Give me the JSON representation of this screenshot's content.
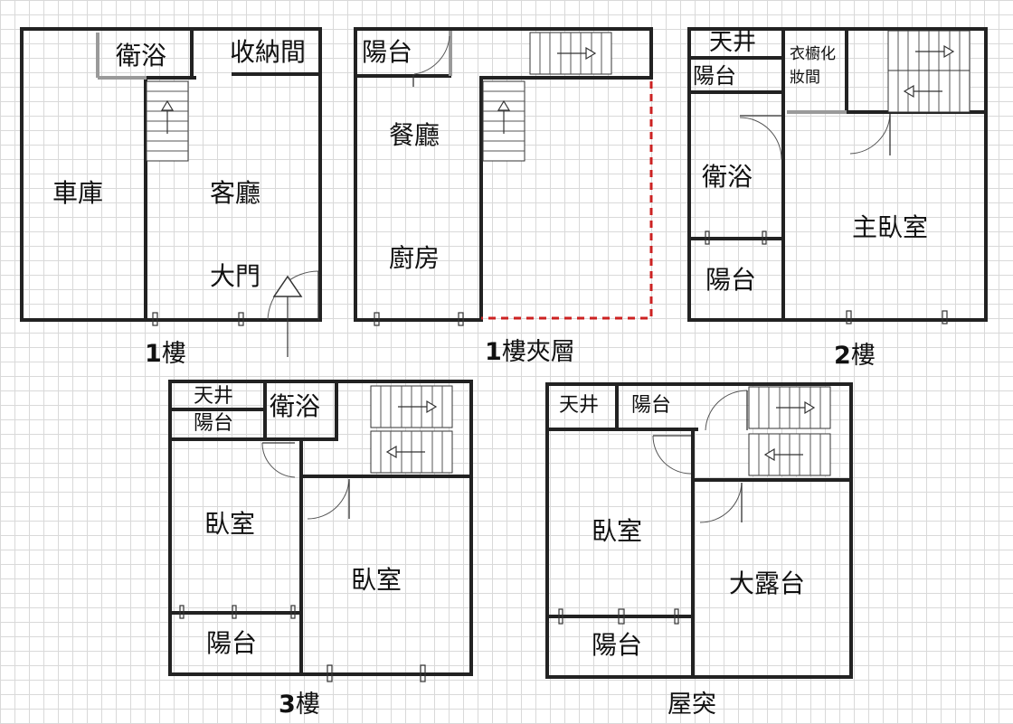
{
  "floors": {
    "f1": {
      "label_num": "1",
      "label_text": "樓",
      "rooms": {
        "bath": "衛浴",
        "storage": "收納間",
        "garage": "車庫",
        "living": "客廳",
        "entrance": "大門"
      }
    },
    "f1m": {
      "label_num": "1",
      "label_text": "樓夾層",
      "rooms": {
        "balcony": "陽台",
        "dining": "餐廳",
        "kitchen": "廚房"
      }
    },
    "f2": {
      "label_num": "2",
      "label_text": "樓",
      "rooms": {
        "light_well": "天井",
        "balcony_top": "陽台",
        "dressing_1": "衣櫥化",
        "dressing_2": "妝間",
        "bath": "衛浴",
        "master": "主臥室",
        "balcony_bottom": "陽台"
      }
    },
    "f3": {
      "label_num": "3",
      "label_text": "樓",
      "rooms": {
        "light_well": "天井",
        "balcony_top": "陽台",
        "bath": "衛浴",
        "bedroom_left": "臥室",
        "bedroom_right": "臥室",
        "balcony_bottom": "陽台"
      }
    },
    "roof": {
      "label_text": "屋突",
      "rooms": {
        "light_well": "天井",
        "balcony_top": "陽台",
        "bedroom": "臥室",
        "terrace": "大露台",
        "balcony_bottom": "陽台"
      }
    }
  },
  "colors": {
    "wall": "#222222",
    "grid": "#d9d9d9",
    "mezzanine_edge": "#cc2222"
  }
}
